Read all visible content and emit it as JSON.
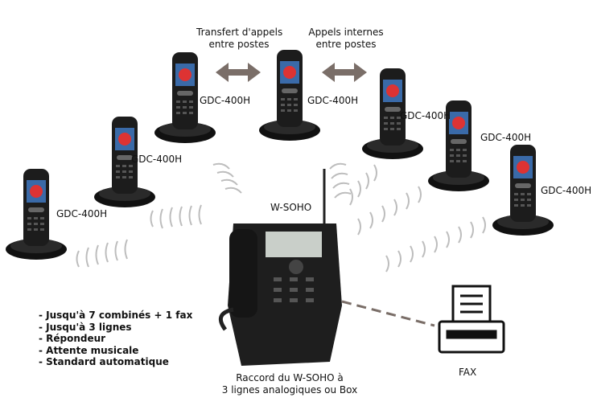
{
  "top_labels": {
    "transfer": [
      "Transfert d'appels",
      "entre postes"
    ],
    "internal": [
      "Appels internes",
      "entre postes"
    ]
  },
  "handset_label": "GDC-400H",
  "handsets_count": 7,
  "base_label": "W-SOHO",
  "fax_label": "FAX",
  "features": [
    "- Jusqu'à 7 combinés + 1 fax",
    "- Jusqu'à 3 lignes",
    "- Répondeur",
    "- Attente musicale",
    "- Standard automatique"
  ],
  "connection_note": [
    "Raccord du W-SOHO à",
    "3 lignes analogiques ou Box"
  ],
  "colors": {
    "arrow": "#7a6e68",
    "waves": "#bdbdbd",
    "device": "#1c1c1c"
  }
}
